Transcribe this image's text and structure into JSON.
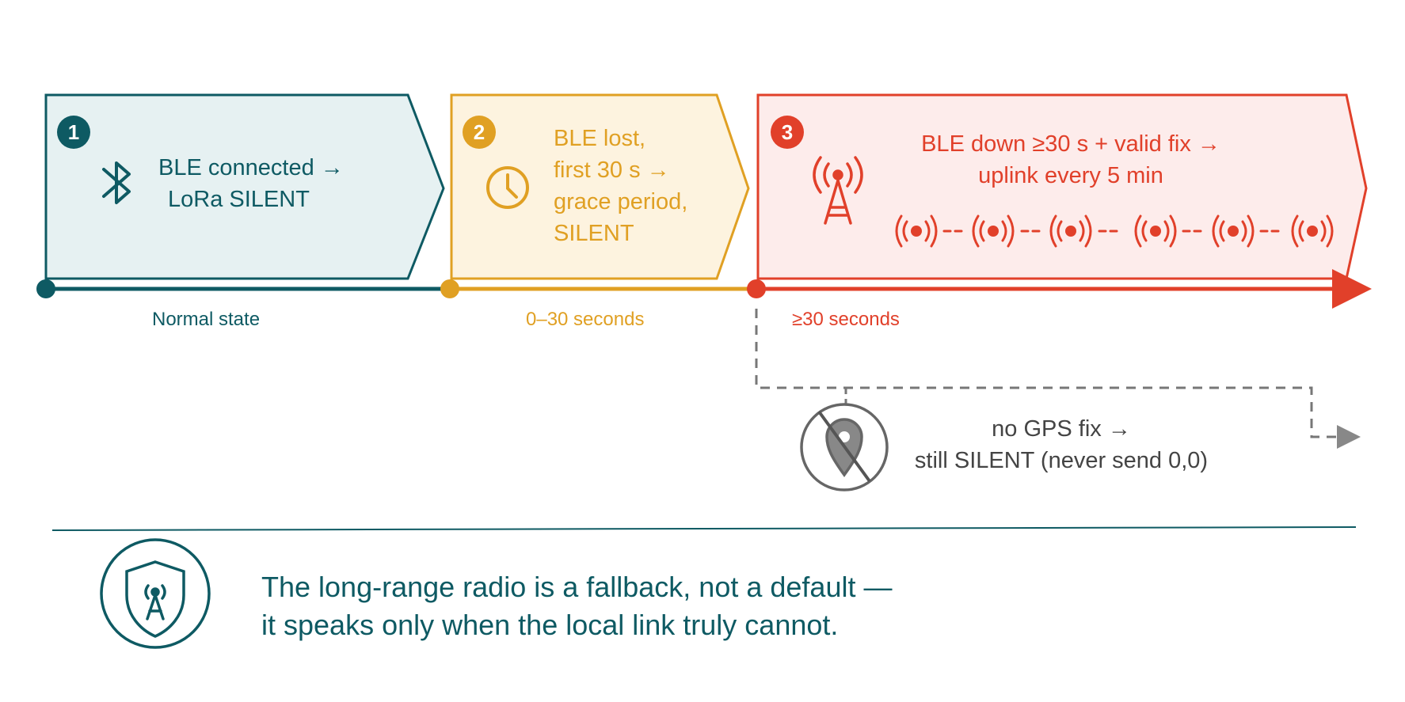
{
  "stages": [
    {
      "number": "1",
      "line1": "BLE connected →",
      "line2": "LoRa SILENT",
      "icon": "bluetooth-icon",
      "caption": "Normal state",
      "color": "#0e5a63"
    },
    {
      "number": "2",
      "line1": "BLE lost,",
      "line2": "first 30 s →",
      "line3": "grace period,",
      "line4": "SILENT",
      "icon": "clock-icon",
      "caption": "0–30 seconds",
      "color": "#e0a023"
    },
    {
      "number": "3",
      "line1": "BLE down ≥30 s + valid fix →",
      "line2": "uplink every 5 min",
      "icon": "radio-tower-icon",
      "caption": "≥30 seconds",
      "color": "#e1402a"
    }
  ],
  "branch": {
    "line1": "no GPS fix →",
    "line2": "still SILENT (never send 0,0)",
    "icon": "no-location-icon"
  },
  "summary": {
    "line1": "The long-range radio is a fallback, not a default —",
    "line2": "it speaks only when the local link truly cannot.",
    "icon": "shield-antenna-icon"
  },
  "colors": {
    "teal": "#0e5a63",
    "amber": "#e0a023",
    "red": "#e1402a",
    "grey": "#666666"
  }
}
